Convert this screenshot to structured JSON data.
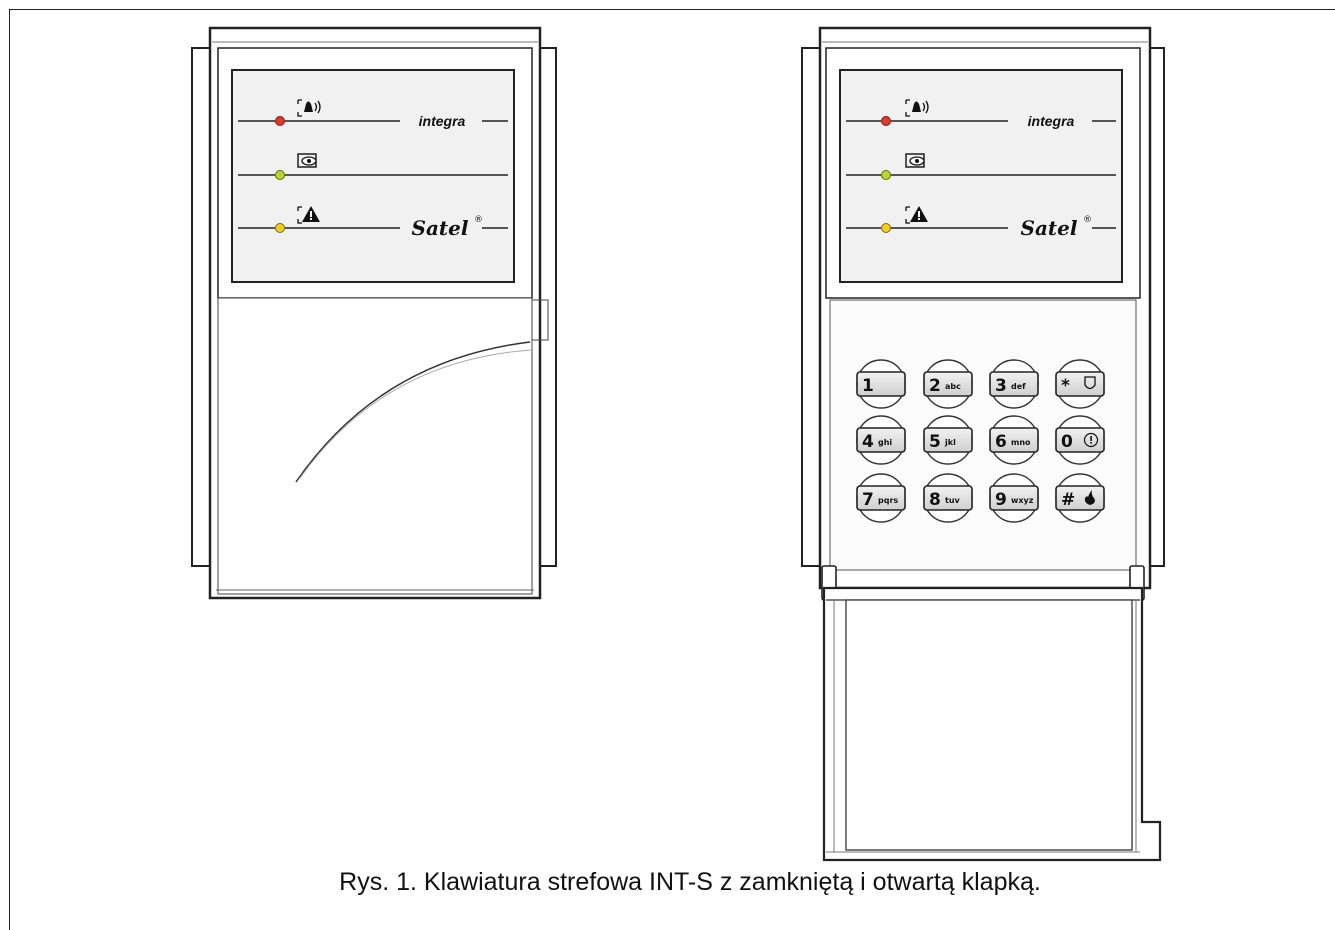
{
  "caption": "Rys. 1. Klawiatura strefowa INT-S z zamkniętą i otwartą klapką.",
  "brand": {
    "integra": "integra",
    "satel": "Satel",
    "registered": "®"
  },
  "leds": [
    {
      "name": "alarm",
      "color": "#e23a2a",
      "icon": "alarm-bell-icon"
    },
    {
      "name": "armed",
      "color": "#b8d82a",
      "icon": "eye-icon"
    },
    {
      "name": "trouble",
      "color": "#f2cf1c",
      "icon": "warning-triangle-icon"
    }
  ],
  "keys": [
    {
      "digit": "1",
      "letters": ""
    },
    {
      "digit": "2",
      "letters": "abc"
    },
    {
      "digit": "3",
      "letters": "def"
    },
    {
      "digit": "*",
      "letters": "",
      "icon": "shield-icon"
    },
    {
      "digit": "4",
      "letters": "ghi"
    },
    {
      "digit": "5",
      "letters": "jkl"
    },
    {
      "digit": "6",
      "letters": "mno"
    },
    {
      "digit": "0",
      "letters": "",
      "icon": "exclamation-circle-icon"
    },
    {
      "digit": "7",
      "letters": "pqrs"
    },
    {
      "digit": "8",
      "letters": "tuv"
    },
    {
      "digit": "9",
      "letters": "wxyz"
    },
    {
      "digit": "#",
      "letters": "",
      "icon": "fire-icon"
    }
  ]
}
